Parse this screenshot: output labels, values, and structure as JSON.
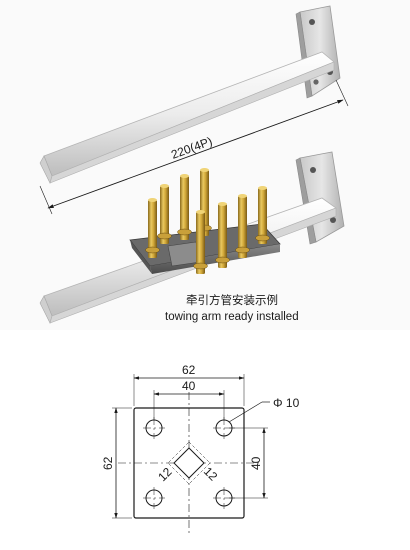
{
  "product_view": {
    "length_dimension": "220(4P)",
    "caption_chinese": "牵引方管安装示例",
    "caption_english": "towing arm ready installed"
  },
  "drawing": {
    "width_overall": "62",
    "width_holes": "40",
    "height_overall": "62",
    "height_holes": "40",
    "hole_diameter": "Φ 10",
    "center_square_a": "12",
    "center_square_b": "12"
  }
}
